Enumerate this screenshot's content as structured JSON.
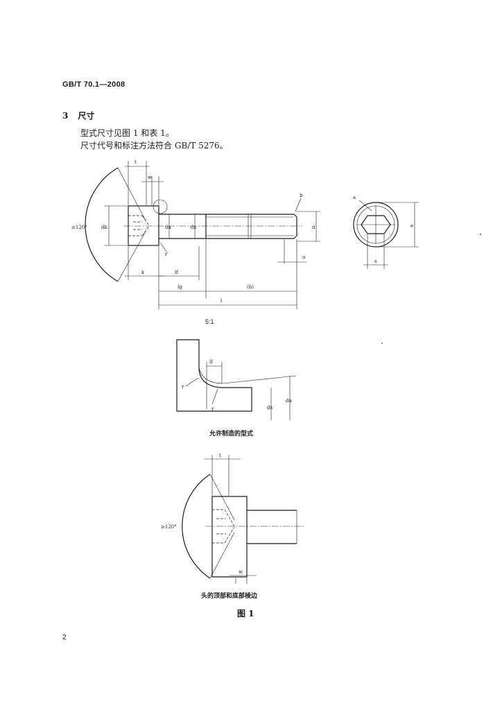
{
  "header": {
    "standard_code": "GB/T 70.1—2008"
  },
  "section": {
    "number": "3",
    "title": "尺寸"
  },
  "paragraphs": {
    "p1": "型式尺寸见图 1 和表 1。",
    "p2": "尺寸代号和标注方法符合 GB/T 5276。"
  },
  "figure": {
    "main_labels": {
      "t": "t",
      "w": "w",
      "b_mark": "b",
      "a_mark": "a",
      "angle": "≥120°",
      "dk": "dk",
      "da": "da",
      "ds": "ds",
      "d": "d",
      "r": "r",
      "k": "k",
      "lf": "lf",
      "lg": "lg",
      "paren_b": "(b)",
      "l": "l",
      "s": "s",
      "e": "e",
      "u": "u"
    },
    "detail": {
      "scale": "5:1",
      "lf": "lf",
      "r": "r",
      "ds": "ds",
      "da": "da",
      "caption": "允许制造的型式"
    },
    "chamfer_view": {
      "t": "t",
      "angle": "≥120°",
      "w": "w",
      "caption": "头的顶部和底部棱边"
    },
    "label": "图 1"
  },
  "footer": {
    "page_number": "2"
  }
}
